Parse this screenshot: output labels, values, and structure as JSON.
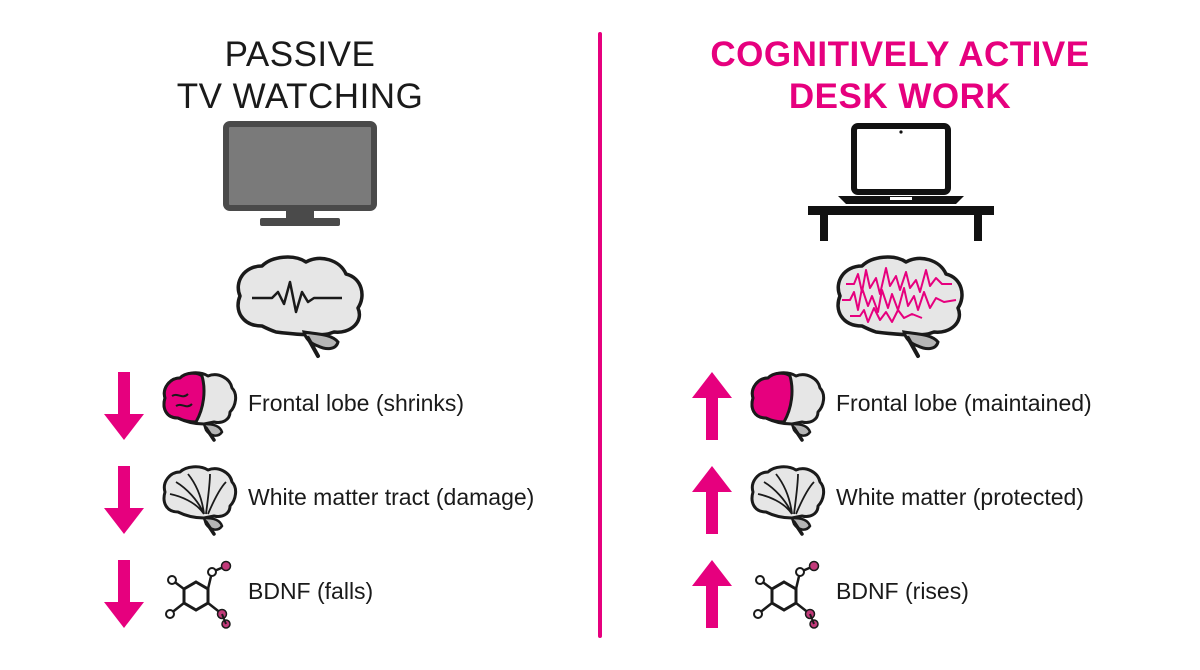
{
  "colors": {
    "accent": "#e6007e",
    "ink": "#1a1a1a",
    "brain_fill": "#e6e6e6",
    "cerebellum": "#b5b5b5"
  },
  "left": {
    "title_line1": "PASSIVE",
    "title_line2": "TV WATCHING",
    "device_icon": "television-icon",
    "brain_icon": "calm-brain-wave-icon",
    "direction": "down",
    "items": [
      {
        "label": "Frontal lobe (shrinks)",
        "icon": "frontal-lobe-brain-icon"
      },
      {
        "label": "White matter tract (damage)",
        "icon": "white-matter-brain-icon"
      },
      {
        "label": "BDNF (falls)",
        "icon": "molecule-icon"
      }
    ]
  },
  "right": {
    "title_line1": "COGNITIVELY ACTIVE",
    "title_line2": "DESK WORK",
    "device_icon": "laptop-on-desk-icon",
    "brain_icon": "active-brain-wave-icon",
    "direction": "up",
    "items": [
      {
        "label": "Frontal lobe (maintained)",
        "icon": "frontal-lobe-brain-icon"
      },
      {
        "label": "White matter (protected)",
        "icon": "white-matter-brain-icon"
      },
      {
        "label": "BDNF (rises)",
        "icon": "molecule-icon"
      }
    ]
  }
}
